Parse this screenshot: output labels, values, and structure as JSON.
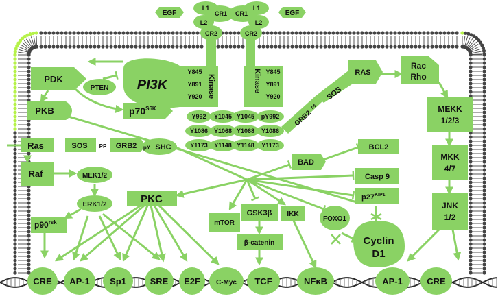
{
  "colors": {
    "node": "#8ad264",
    "membrane_head": "#444444",
    "head_glow": "#b6f24a",
    "dna": "#2a2a2a"
  },
  "receptor": {
    "left": {
      "egf": "EGF",
      "l1": "L1",
      "cr1": "CR1",
      "l2": "L2",
      "cr2": "CR2",
      "kinase": "Kinase",
      "sites_upper": [
        "Y845",
        "Y891",
        "Y920"
      ],
      "sites_lower_left": [
        "Y992",
        "Y1086",
        "Y1173"
      ],
      "sites_lower_right": [
        "Y1045",
        "Y1068",
        "Y1148"
      ]
    },
    "right": {
      "egf": "EGF",
      "l1": "L1",
      "cr1": "CR1",
      "l2": "L2",
      "cr2": "CR2",
      "kinase": "Kinase",
      "sites_upper": [
        "Y845",
        "Y891",
        "Y920"
      ],
      "sites_lower_left": [
        "Y1045",
        "Y1068",
        "Y1148"
      ],
      "sites_lower_right": [
        "pY992",
        "Y1086",
        "Y1173"
      ]
    }
  },
  "nodes": {
    "pdk": "PDK",
    "pten": "PTEN",
    "pi3k": "PI3K",
    "p70": "p70",
    "p70_sup": "S6K",
    "pkb": "PKB",
    "ras_left": "Ras",
    "raf": "Raf",
    "sos_left": "SOS",
    "pp_left": "PP",
    "grb2_left": "GRB2",
    "py": "pY",
    "shc": "SHC",
    "mek12": "MEK1/2",
    "erk12": "ERK1/2",
    "p90": "p90",
    "p90_sup": "rsk",
    "pkc": "PKC",
    "mtor": "mTOR",
    "gsk3b": "GSK3β",
    "ikk": "IKK",
    "bcatenin": "β-catenin",
    "foxo1": "FOXO1",
    "bad": "BAD",
    "bcl2": "BCL2",
    "casp9": "Casp 9",
    "p27": "p27",
    "p27_sup": "KIP1",
    "cyclin_line1": "Cyclin",
    "cyclin_line2": "D1",
    "grb2_right": "GRB2",
    "pp_right": "PP",
    "sos_right": "SOS",
    "ras_right": "RAS",
    "rac_line1": "Rac",
    "rac_line2": "Rho",
    "mekk_line1": "MEKK",
    "mekk_line2": "1/2/3",
    "mkk_line1": "MKK",
    "mkk_line2": "4/7",
    "jnk_line1": "JNK",
    "jnk_line2": "1/2"
  },
  "transcription_factors": [
    "CRE",
    "AP-1",
    "Sp1",
    "SRE",
    "E2F",
    "C-Myc",
    "TCF",
    "NFκB",
    "AP-1",
    "CRE"
  ]
}
